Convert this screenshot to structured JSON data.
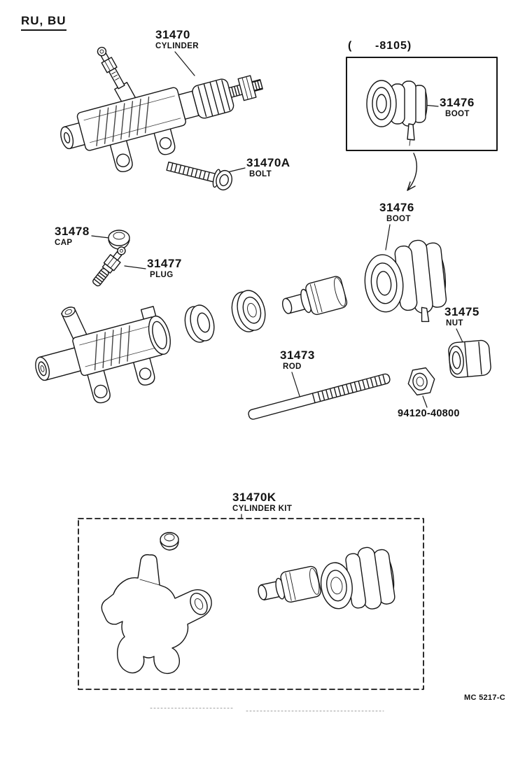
{
  "theme": {
    "ink": "#161616",
    "paper": "#ffffff"
  },
  "page": {
    "header_code": "RU, BU",
    "footer_code": "MC 5217-C"
  },
  "inset": {
    "date_range": "(      -8105)"
  },
  "labels": {
    "cylinder": {
      "number": "31470",
      "name": "CYLINDER"
    },
    "bolt": {
      "number": "31470A",
      "name": "BOLT"
    },
    "boot_inset": {
      "number": "31476",
      "name": "BOOT"
    },
    "boot": {
      "number": "31476",
      "name": "BOOT"
    },
    "cap": {
      "number": "31478",
      "name": "CAP"
    },
    "plug": {
      "number": "31477",
      "name": "PLUG"
    },
    "nut": {
      "number": "31475",
      "name": "NUT"
    },
    "rod": {
      "number": "31473",
      "name": "ROD"
    },
    "lock_nut": {
      "number": "94120-40800"
    },
    "cylinder_kit": {
      "number": "31470K",
      "name": "CYLINDER KIT"
    }
  }
}
